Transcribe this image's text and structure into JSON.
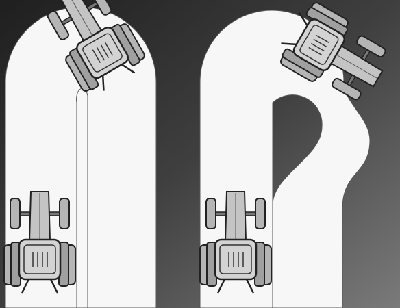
{
  "figure": {
    "panels": [
      {
        "id": "narrow-turn",
        "tractors": [
          "tractor-straight",
          "tractor-turning"
        ]
      },
      {
        "id": "wide-turn",
        "tractors": [
          "tractor-straight",
          "tractor-turning"
        ]
      }
    ]
  },
  "colors": {
    "background_dark": "#2d2d2d",
    "background_light": "#6b6b6b",
    "track": "#f7f7f7",
    "tractor_fill": "#b5b5b5",
    "tractor_light": "#d6d6d6",
    "outline": "#2a2a2a"
  }
}
